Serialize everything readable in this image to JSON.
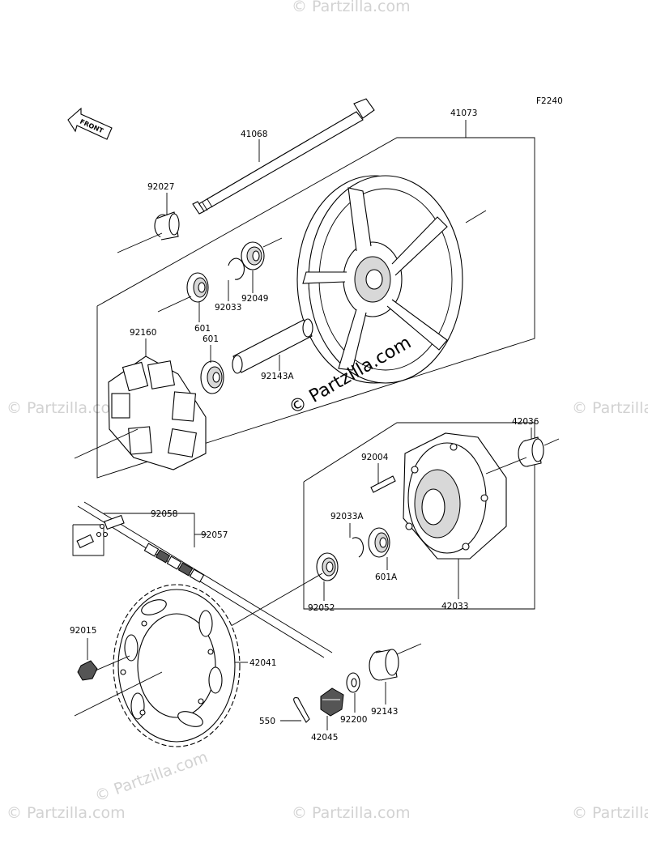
{
  "figure_code": "F2240",
  "front_label": "FRONT",
  "watermarks": [
    "© Partzilla.com",
    "© Partzilla.com",
    "© Partzilla.com",
    "© Partzilla.com",
    "© Partzilla.com",
    "© Partzilla.com",
    "© Partzilla.com"
  ],
  "parts": {
    "p41073": "41073",
    "p41068": "41068",
    "p92027": "92027",
    "p92049": "92049",
    "p92033": "92033",
    "p601a": "601",
    "p601b": "601",
    "p92160": "92160",
    "p92143A": "92143A",
    "p42036": "42036",
    "p92004": "92004",
    "p92033A": "92033A",
    "p601A": "601A",
    "p92052": "92052",
    "p42033": "42033",
    "p92058": "92058",
    "p92057": "92057",
    "p92015": "92015",
    "p42041": "42041",
    "p92143": "92143",
    "p92200": "92200",
    "p550": "550",
    "p42045": "42045"
  }
}
